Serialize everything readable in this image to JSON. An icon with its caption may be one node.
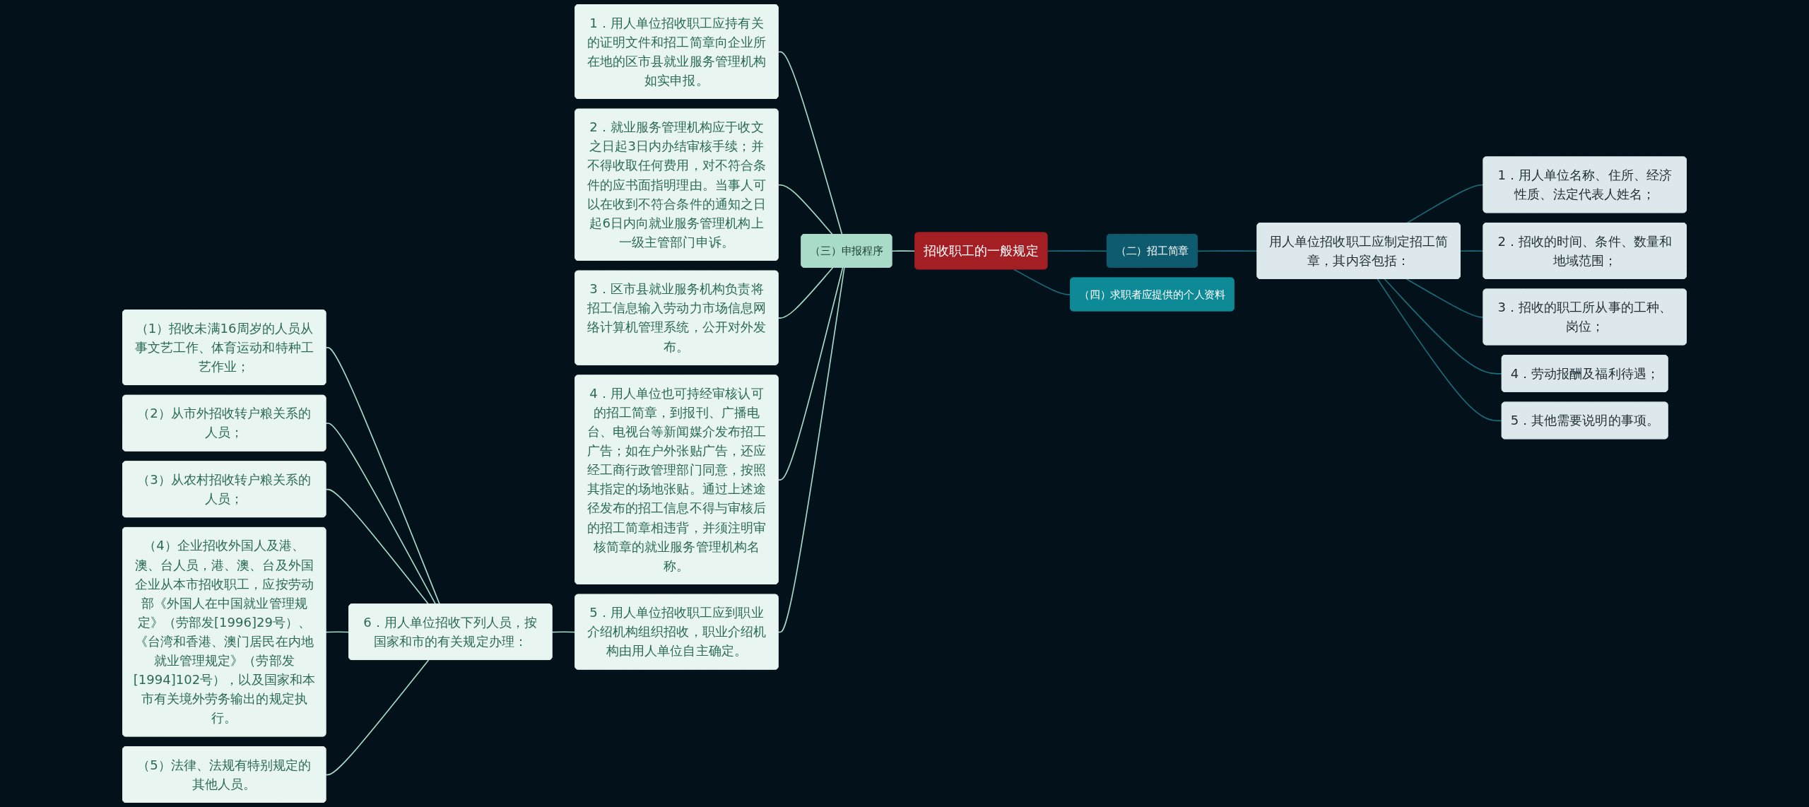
{
  "diagram": {
    "nodes": [
      {
        "text": [
          "招收职工的一般规定"
        ]
      },
      {
        "text": [
          "（三）申报程序"
        ]
      },
      {
        "text": [
          "1．用人单位招收职工应持有关的证明文件和招工简章向企业所在地的区市县就业服务管理机构如实申报。"
        ]
      },
      {
        "text": [
          "2．就业服务管理机构应于收文之日起3日内办结审核手续；并不得收取任何费用，对不符合条件的应书面指明理由。当事人可以在收到不符合条件的通知之日起6日内向就业服务管理机构上一级主管部门申诉。"
        ]
      },
      {
        "text": [
          "3．区市县就业服务机构负责将招工信息输入劳动力市场信息网络计算机管理系统，公开对外发布。"
        ]
      },
      {
        "text": [
          "4．用人单位也可持经审核认可的招工简章，到报刊、广播电台、电视台等新闻媒介发布招工广告；如在户外张贴广告，还应经工商行政管理部门同意，按照其指定的场地张贴。通过上述途径发布的招工信息不得与审核后的招工简章相违背，并须注明审核简章的就业服务管理机构名称。"
        ]
      },
      {
        "text": [
          "5．用人单位招收职工应到职业介绍机构组织招收，职业介绍机构由用人单位自主确定。"
        ]
      },
      {
        "text": [
          "6．用人单位招收下列人员，按国家和市的有关规定办理："
        ]
      },
      {
        "text": [
          "（1）招收未满16周岁的人员从事文艺工作、体育运动和特种工艺作业；"
        ]
      },
      {
        "text": [
          "（2）从市外招收转户粮关系的人员；"
        ]
      },
      {
        "text": [
          "（3）从农村招收转户粮关系的人员；"
        ]
      },
      {
        "text": [
          "（4）企业招收外国人及港、澳、台人员，港、澳、台及外国企业从本市招收职工，应按劳动部《外国人在中国就业管理规定》（劳部发[1996]29号）、《台湾和香港、澳门居民在内地就业管理规定》（劳部发[1994]102号），以及国家和本市有关境外劳务输出的规定执行。"
        ]
      },
      {
        "text": [
          "（5）法律、法规有特别规定的其他人员。"
        ]
      },
      {
        "text": [
          "（二）招工简章"
        ]
      },
      {
        "text": [
          "用人单位招收职工应制定招工简章，其内容包括："
        ]
      },
      {
        "text": [
          "1．用人单位名称、住所、经济性质、法定代表人姓名；"
        ]
      },
      {
        "text": [
          "2．招收的时间、条件、数量和地域范围；"
        ]
      },
      {
        "text": [
          "3．招收的职工所从事的工种、岗位；"
        ]
      },
      {
        "text": [
          "4．劳动报酬及福利待遇；"
        ]
      },
      {
        "text": [
          "5．其他需要说明的事项。"
        ]
      },
      {
        "text": [
          "（四）求职者应提供的个人资料"
        ]
      }
    ],
    "edges": [
      {
        "from": 0,
        "to": 1,
        "arrow": "none"
      },
      {
        "from": 1,
        "to": 2,
        "arrow": "none"
      },
      {
        "from": 1,
        "to": 3,
        "arrow": "none"
      },
      {
        "from": 1,
        "to": 4,
        "arrow": "none"
      },
      {
        "from": 1,
        "to": 5,
        "arrow": "none"
      },
      {
        "from": 1,
        "to": 6,
        "arrow": "none"
      },
      {
        "from": 6,
        "to": 7,
        "arrow": "none"
      },
      {
        "from": 7,
        "to": 8,
        "arrow": "none"
      },
      {
        "from": 7,
        "to": 9,
        "arrow": "none"
      },
      {
        "from": 7,
        "to": 10,
        "arrow": "none"
      },
      {
        "from": 7,
        "to": 11,
        "arrow": "none"
      },
      {
        "from": 7,
        "to": 12,
        "arrow": "none"
      },
      {
        "from": 0,
        "to": 13,
        "arrow": "none",
        "color": "#1a6e7c"
      },
      {
        "from": 13,
        "to": 14,
        "arrow": "none",
        "color": "#1a6e7c"
      },
      {
        "from": 14,
        "to": 15,
        "arrow": "none",
        "color": "#1a6e7c"
      },
      {
        "from": 14,
        "to": 16,
        "arrow": "none",
        "color": "#1a6e7c"
      },
      {
        "from": 14,
        "to": 17,
        "arrow": "none",
        "color": "#1a6e7c"
      },
      {
        "from": 14,
        "to": 18,
        "arrow": "none",
        "color": "#1a6e7c"
      },
      {
        "from": 14,
        "to": 19,
        "arrow": "none",
        "color": "#1a6e7c"
      },
      {
        "from": 0,
        "to": 20,
        "arrow": "none",
        "color": "#1a6e7c"
      }
    ]
  }
}
